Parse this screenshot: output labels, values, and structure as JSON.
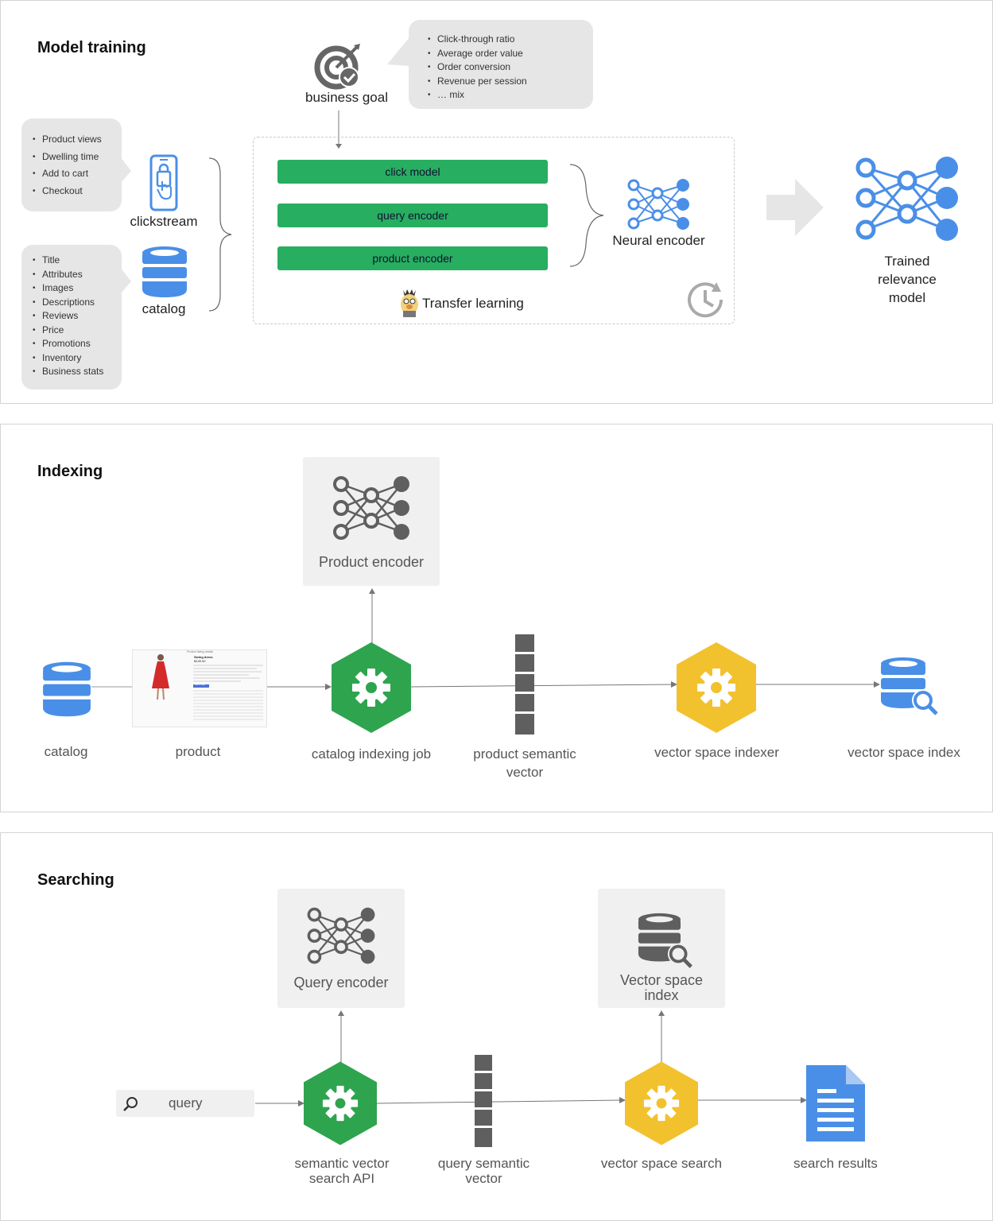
{
  "training": {
    "title": "Model training",
    "business_goal": {
      "label": "business goal",
      "metrics": [
        "Click-through ratio",
        "Average order value",
        "Order conversion",
        "Revenue per session",
        "… mix"
      ]
    },
    "clickstream": {
      "label": "clickstream",
      "signals": [
        "Product views",
        "Dwelling time",
        "Add to cart",
        "Checkout"
      ]
    },
    "catalog": {
      "label": "catalog",
      "fields": [
        "Title",
        "Attributes",
        "Images",
        "Descriptions",
        "Reviews",
        "Price",
        "Promotions",
        "Inventory",
        "Business stats"
      ]
    },
    "models": [
      "click model",
      "query encoder",
      "product encoder"
    ],
    "transfer_learning": "Transfer learning",
    "neural_encoder": "Neural encoder",
    "trained_model": "Trained relevance model"
  },
  "indexing": {
    "title": "Indexing",
    "product_encoder": "Product encoder",
    "catalog": "catalog",
    "product": "product",
    "job": "catalog indexing job",
    "vector": "product semantic vector",
    "indexer": "vector space indexer",
    "index": "vector space index",
    "product_card": {
      "header": "Product listing details",
      "name": "Swing dress",
      "price": "$145.00",
      "button": "Add to bag"
    }
  },
  "searching": {
    "title": "Searching",
    "query_encoder": "Query encoder",
    "vector_index": "Vector space index",
    "query": "query",
    "api": "semantic vector search API",
    "vector": "query semantic vector",
    "search": "vector space search",
    "results": "search results"
  },
  "colors": {
    "green": "#27ae60",
    "hex_green": "#2ea44f",
    "hex_yellow": "#f2c12e",
    "blue": "#4a8fe7",
    "gray_box": "#f0f0f0",
    "dark_gray": "#5f5f5f"
  }
}
